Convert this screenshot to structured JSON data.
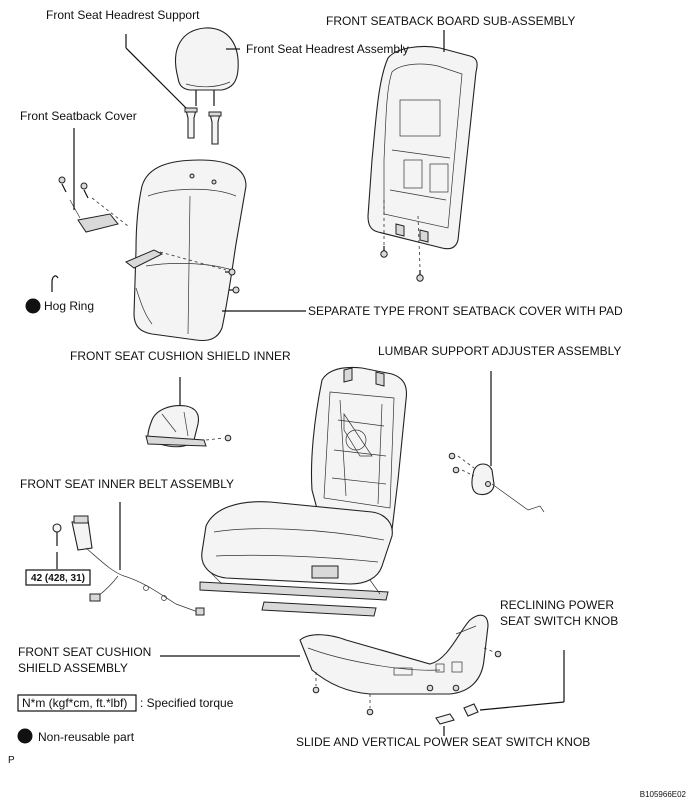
{
  "labels": {
    "headrest_support": "Front Seat Headrest Support",
    "headrest_assembly": "Front Seat Headrest Assembly",
    "seatback_board": "FRONT SEATBACK BOARD SUB-ASSEMBLY",
    "seatback_cover": "Front Seatback Cover",
    "hog_ring": "Hog Ring",
    "separate_cover": "SEPARATE TYPE FRONT SEATBACK COVER WITH PAD",
    "cushion_shield_inner": "FRONT SEAT CUSHION SHIELD INNER",
    "lumbar_support": "LUMBAR SUPPORT ADJUSTER ASSEMBLY",
    "inner_belt": "FRONT SEAT INNER BELT ASSEMBLY",
    "reclining_knob_1": "RECLINING POWER",
    "reclining_knob_2": "SEAT SWITCH KNOB",
    "cushion_shield_1": "FRONT SEAT CUSHION",
    "cushion_shield_2": "SHIELD ASSEMBLY",
    "slide_knob": "SLIDE AND VERTICAL POWER SEAT SWITCH KNOB"
  },
  "torque": {
    "value": "42 (428, 31)"
  },
  "legend": {
    "torque_box": "N*m (kgf*cm, ft.*lbf)",
    "torque_text": ": Specified torque",
    "nonreusable_text": "Non-reusable part"
  },
  "footer": {
    "page_marker": "P",
    "figure_id": "B105966E02"
  }
}
